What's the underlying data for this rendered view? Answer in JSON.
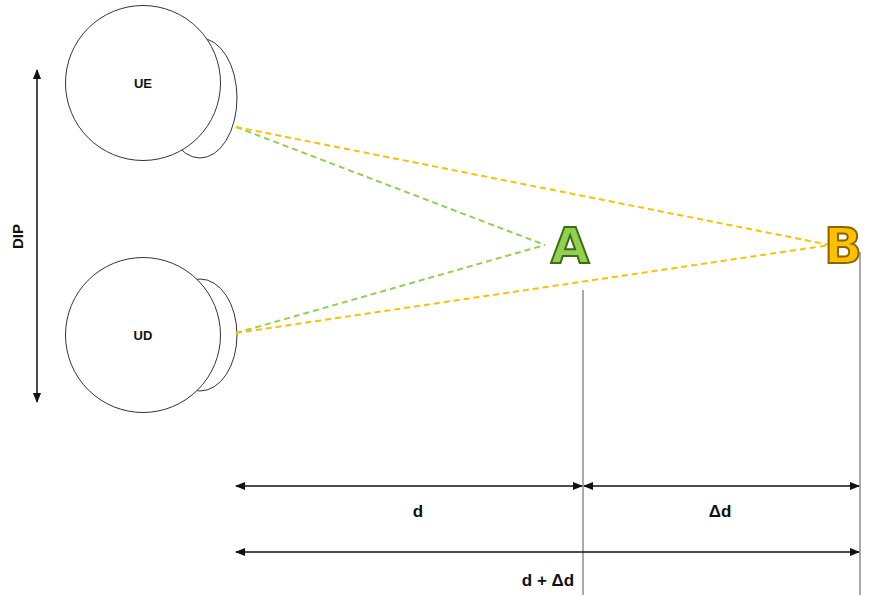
{
  "diagram": {
    "nodes": [
      {
        "text": [
          "UE"
        ]
      },
      {
        "text": [
          "UD"
        ]
      }
    ],
    "labels": [
      "DIP",
      "A",
      "B",
      "d",
      "Δd",
      "d + Δd"
    ]
  }
}
